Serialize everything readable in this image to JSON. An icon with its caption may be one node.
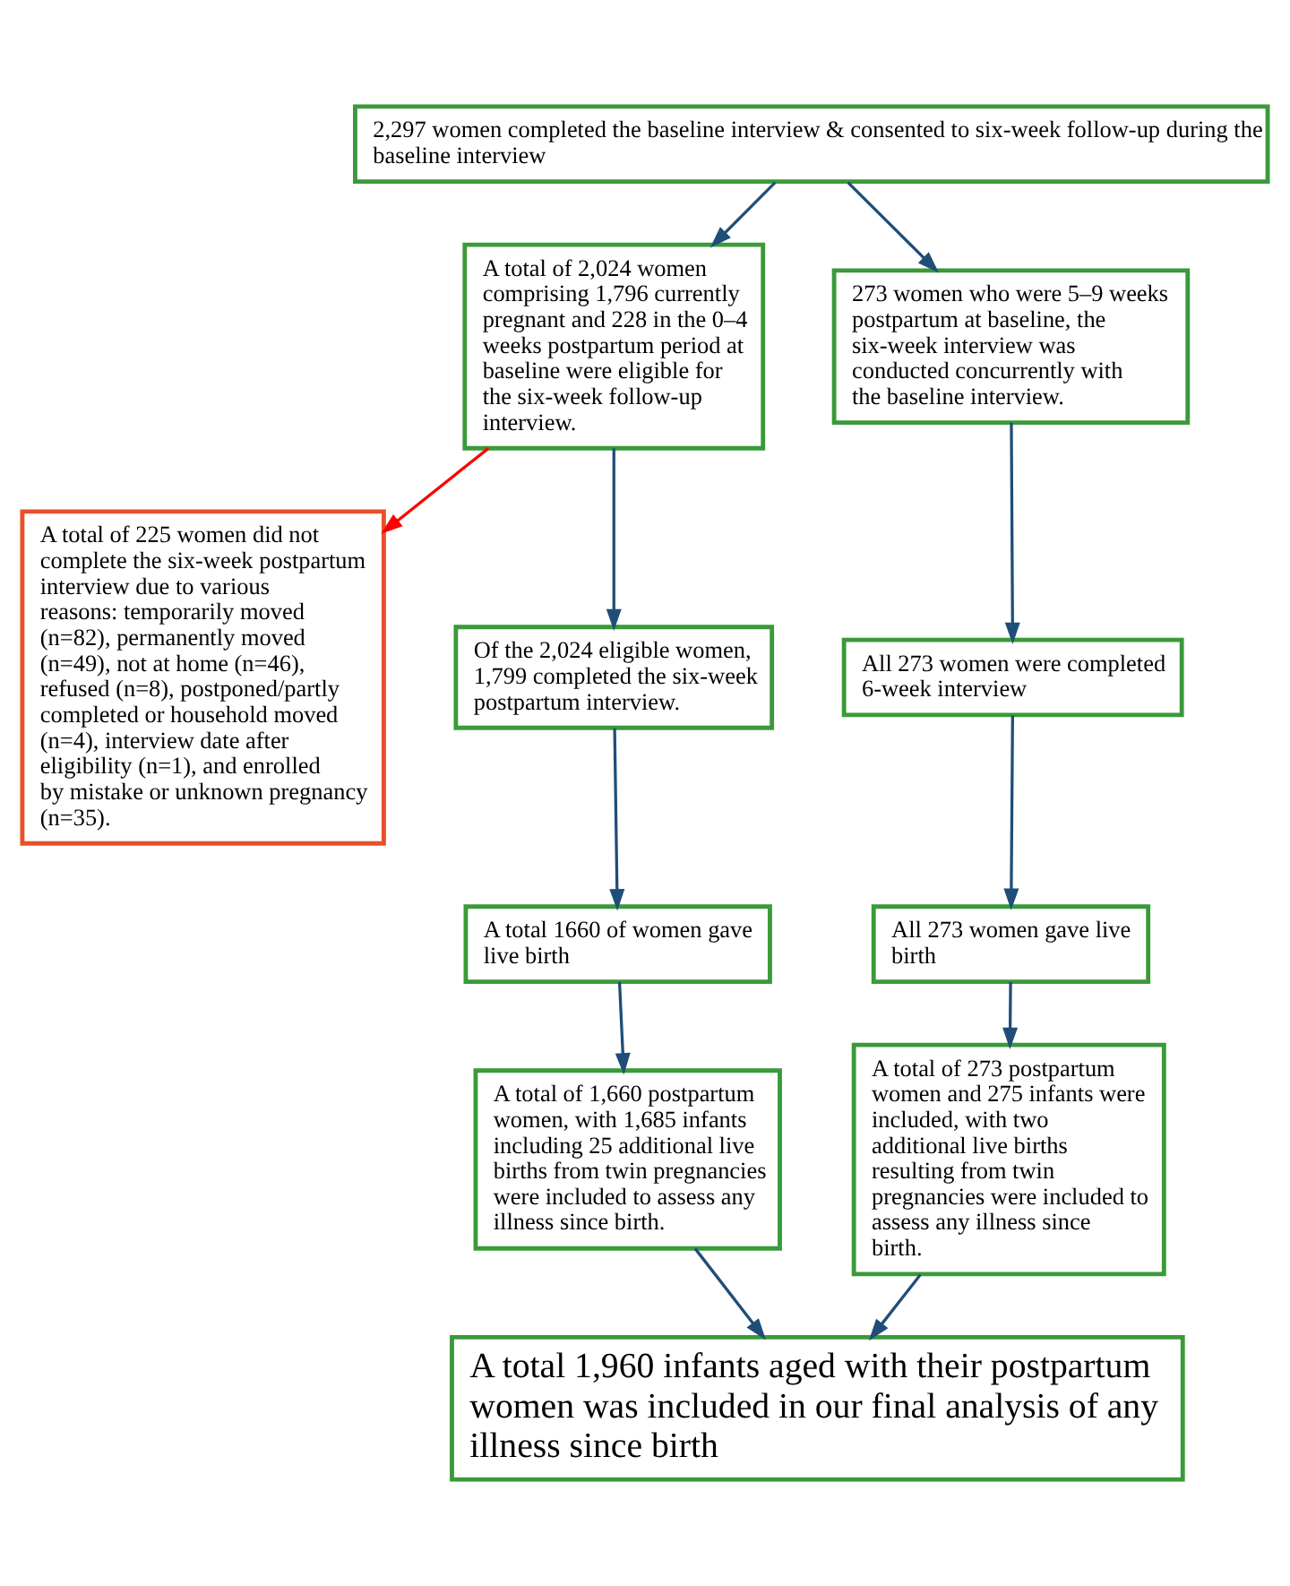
{
  "diagram": {
    "nodes": [
      {
        "text": [
          "2,297 women completed the baseline interview & consented to six-week follow-up during the baseline interview"
        ]
      },
      {
        "text": [
          "A total of 2,024 women comprising 1,796 currently pregnant and 228 in the 0–4 weeks postpartum period at baseline were eligible for the six-week follow-up interview."
        ]
      },
      {
        "text": [
          "273 women who were 5–9 weeks postpartum at baseline, the six-week interview was conducted concurrently with the baseline interview."
        ]
      },
      {
        "text": [
          "A total of 225 women did not complete the six-week postpartum interview due to various reasons: temporarily moved (n=82), permanently moved (n=49), not at home (n=46), refused (n=8), postponed/partly completed or household moved (n=4), interview date after eligibility (n=1), and enrolled by mistake or unknown pregnancy (n=35)."
        ]
      },
      {
        "text": [
          "Of the 2,024 eligible women, 1,799 completed the six-week postpartum interview."
        ]
      },
      {
        "text": [
          "All 273 women were completed 6-week interview"
        ]
      },
      {
        "text": [
          "A total 1660 of women gave live birth"
        ]
      },
      {
        "text": [
          "All 273 women gave live birth"
        ]
      },
      {
        "text": [
          "A total of 1,660 postpartum women, with 1,685 infants including 25 additional live births from twin pregnancies were included to assess any illness since birth."
        ]
      },
      {
        "text": [
          "A total of 273 postpartum women and 275 infants were included, with two additional live births resulting from twin pregnancies were included to assess any illness since birth."
        ]
      },
      {
        "text": [
          "A total 1,960 infants aged with their postpartum women was included in our final analysis of any illness since birth"
        ]
      }
    ],
    "edges": [
      {
        "from": 0,
        "to": 1,
        "arrow": "to"
      },
      {
        "from": 0,
        "to": 2,
        "arrow": "to"
      },
      {
        "from": 1,
        "to": 3,
        "arrow": "to",
        "color": "#ff0000"
      },
      {
        "from": 1,
        "to": 4,
        "arrow": "to"
      },
      {
        "from": 4,
        "to": 6,
        "arrow": "to"
      },
      {
        "from": 6,
        "to": 8,
        "arrow": "to"
      },
      {
        "from": 8,
        "to": 10,
        "arrow": "to"
      },
      {
        "from": 2,
        "to": 5,
        "arrow": "to"
      },
      {
        "from": 5,
        "to": 7,
        "arrow": "to"
      },
      {
        "from": 7,
        "to": 9,
        "arrow": "to"
      },
      {
        "from": 9,
        "to": 10,
        "arrow": "to"
      }
    ]
  }
}
